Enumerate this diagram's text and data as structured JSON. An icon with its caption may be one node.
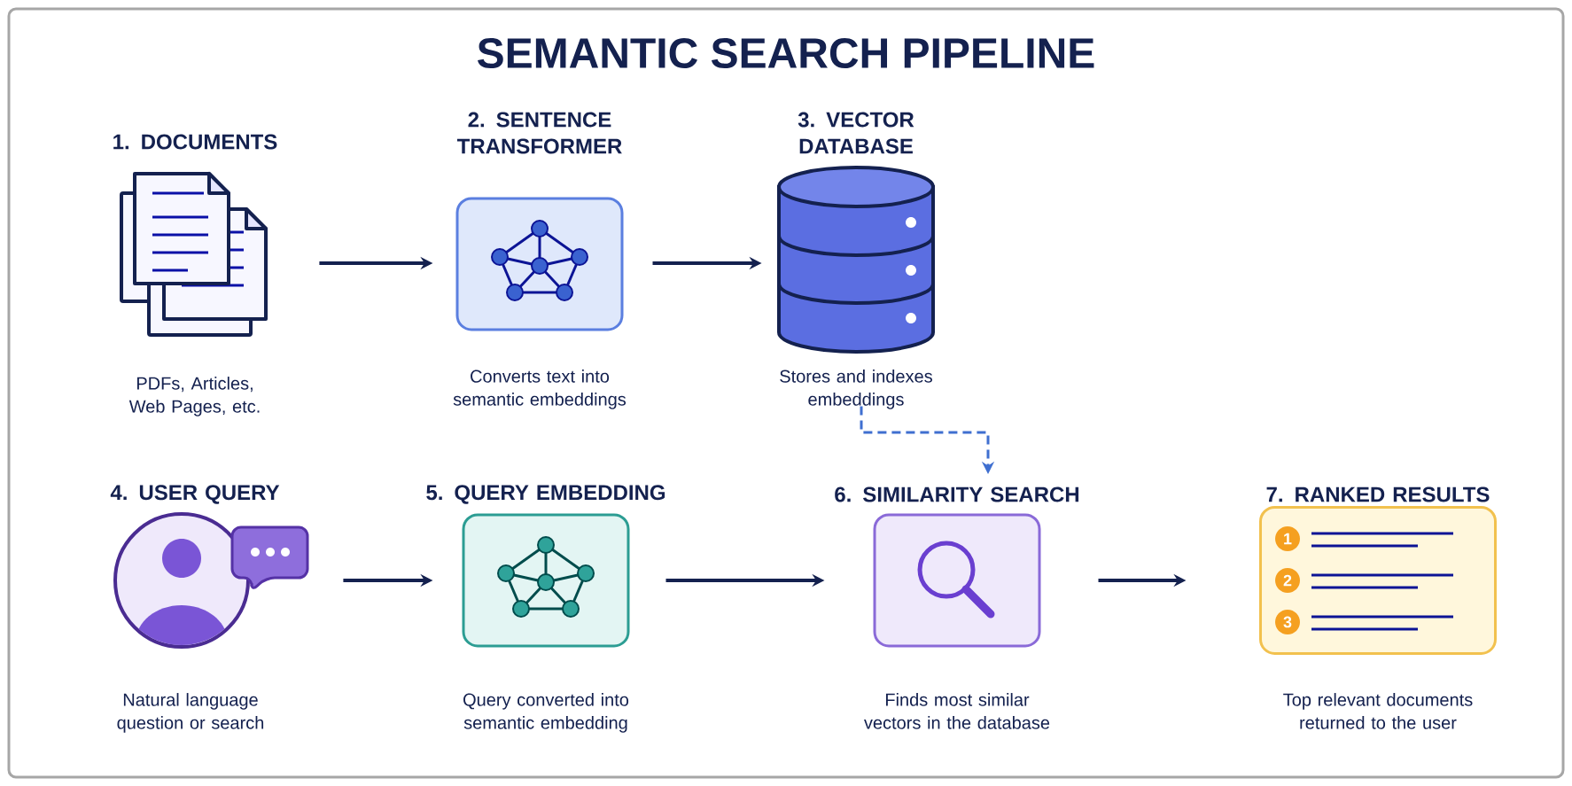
{
  "diagram": {
    "title": "SEMANTIC SEARCH PIPELINE",
    "nodes": [
      {
        "text": [
          "1. DOCUMENTS"
        ],
        "beside": [
          "PDFs, Articles, Web Pages, etc."
        ]
      },
      {
        "text": [
          "2. SENTENCE TRANSFORMER"
        ],
        "beside": [
          "Converts text into semantic embeddings"
        ]
      },
      {
        "text": [
          "3. VECTOR DATABASE"
        ],
        "beside": [
          "Stores and indexes embeddings"
        ]
      },
      {
        "text": [
          "4. USER QUERY"
        ],
        "beside": [
          "Natural language question or search"
        ]
      },
      {
        "text": [
          "5. QUERY EMBEDDING"
        ],
        "beside": [
          "Query converted into semantic embedding"
        ]
      },
      {
        "text": [
          "6. SIMILARITY SEARCH"
        ],
        "beside": [
          "Finds most similar vectors in the database"
        ]
      },
      {
        "text": [
          "7. RANKED RESULTS"
        ],
        "beside": [
          "Top relevant documents returned to the user"
        ]
      }
    ],
    "edges": [
      {
        "from": 0,
        "to": 1,
        "arrow": "to"
      },
      {
        "from": 1,
        "to": 2,
        "arrow": "to"
      },
      {
        "from": 2,
        "to": 5,
        "arrow": "to",
        "style": "dashed",
        "color": "#3f6fd0"
      },
      {
        "from": 3,
        "to": 4,
        "arrow": "to"
      },
      {
        "from": 4,
        "to": 5,
        "arrow": "to"
      },
      {
        "from": 5,
        "to": 6,
        "arrow": "to"
      }
    ],
    "labels": [
      "1",
      "2",
      "3"
    ]
  }
}
